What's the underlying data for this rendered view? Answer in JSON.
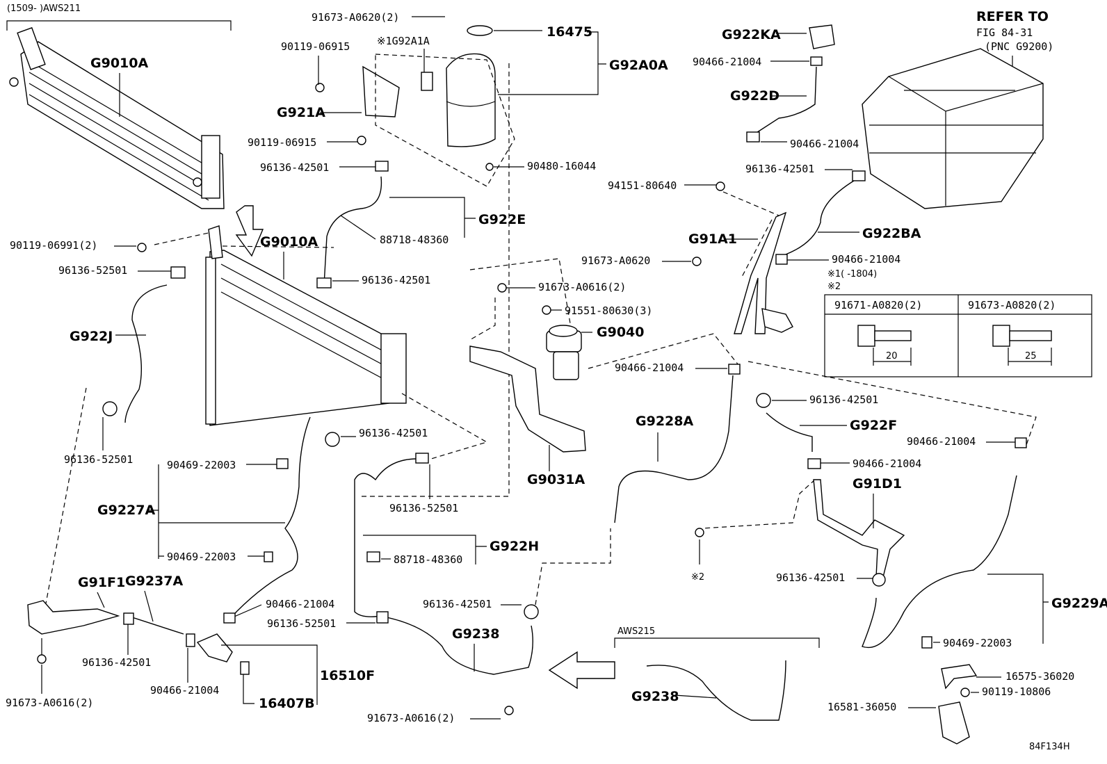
{
  "header": {
    "range_note": "(1509-      )AWS211",
    "refer_to_line1": "REFER TO",
    "refer_to_line2": "FIG 84-31",
    "refer_to_line3": "(PNC G9200)"
  },
  "callouts": {
    "g9010a_top": "G9010A",
    "g9010a_mid": "G9010A",
    "p91673_a0620_2": "91673-A0620(2)",
    "p90119_06915_a": "90119-06915",
    "g92a1a": "※1G92A1A",
    "p16475": "16475",
    "g92a0a": "G92A0A",
    "g921a": "G921A",
    "p90119_06915_b": "90119-06915",
    "p96136_42501_a": "96136-42501",
    "p90480_16044": "90480-16044",
    "g922e": "G922E",
    "p88718_48360_a": "88718-48360",
    "p90119_06991_2": "90119-06991(2)",
    "p96136_52501_a": "96136-52501",
    "p96136_42501_b": "96136-42501",
    "g922j": "G922J",
    "p96136_52501_b": "96136-52501",
    "p96136_42501_c": "96136-42501",
    "p90469_22003_a": "90469-22003",
    "g9227a": "G9227A",
    "p90469_22003_b": "90469-22003",
    "p96136_52501_c": "96136-52501",
    "g922h": "G922H",
    "p88718_48360_b": "88718-48360",
    "g91f1": "G91F1",
    "g9237a": "G9237A",
    "p90466_21004_a": "90466-21004",
    "p96136_52501_d": "96136-52501",
    "p96136_42501_d": "96136-42501",
    "p96136_42501_e": "96136-42501",
    "g9238_a": "G9238",
    "p16510f": "16510F",
    "p90466_21004_b": "90466-21004",
    "p16407b": "16407B",
    "p91673_a0616_2_a": "91673-A0616(2)",
    "p91673_a0616_2_b": "91673-A0616(2)",
    "p91673_a0616_2_c": "91673-A0616(2)",
    "p91551_80630_3": "91551-80630(3)",
    "g9040": "G9040",
    "g9031a": "G9031A",
    "p91673_a0620": "91673-A0620",
    "p94151_80640": "94151-80640",
    "g91a1": "G91A1",
    "g922ka": "G922KA",
    "p90466_21004_c": "90466-21004",
    "g922d": "G922D",
    "p90466_21004_d": "90466-21004",
    "p96136_42501_f": "96136-42501",
    "g922ba": "G922BA",
    "p90466_21004_e": "90466-21004",
    "note1": "※1(      -1804)",
    "note2": "※2",
    "p90466_21004_f": "90466-21004",
    "p96136_42501_g": "96136-42501",
    "g9228a": "G9228A",
    "g922f": "G922F",
    "p90466_21004_g": "90466-21004",
    "p90466_21004_h": "90466-21004",
    "g91d1": "G91D1",
    "note2_b": "※2",
    "p96136_42501_h": "96136-42501",
    "g9229a": "G9229A",
    "p90469_22003_c": "90469-22003",
    "p16575_36020": "16575-36020",
    "p90119_10806": "90119-10806",
    "p16581_36050": "16581-36050",
    "aws215": "AWS215",
    "g9238_b": "G9238",
    "fig_code": "84F134H"
  },
  "bolt_table": {
    "col1_header": "91671-A0820(2)",
    "col2_header": "91673-A0820(2)",
    "col1_length": "20",
    "col2_length": "25"
  }
}
